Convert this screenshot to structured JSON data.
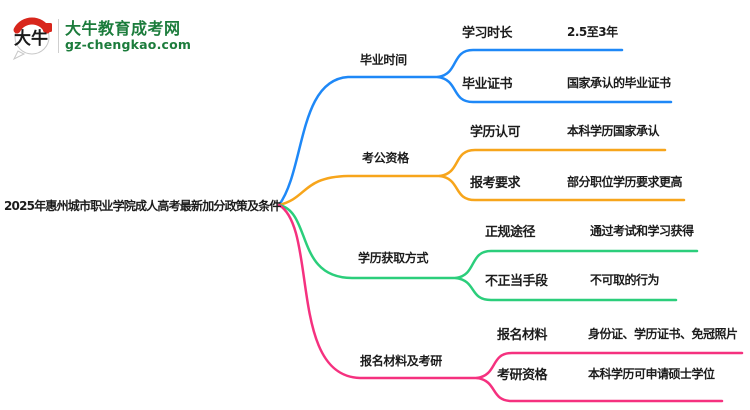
{
  "logo": {
    "icon_text": "大牛",
    "site_name": "大牛教育成考网",
    "site_domain": "gz-chengkao.com",
    "brand_green": "#1C7C3C",
    "seal_red": "#D8261C"
  },
  "root": {
    "label": "2025年惠州城市职业学院成人高考最新加分政策及条件"
  },
  "branches": [
    {
      "label": "毕业时间",
      "color": "#1E88F7",
      "children": [
        {
          "label": "学习时长",
          "value": "2.5至3年"
        },
        {
          "label": "毕业证书",
          "value": "国家承认的毕业证书"
        }
      ]
    },
    {
      "label": "考公资格",
      "color": "#F7A51B",
      "children": [
        {
          "label": "学历认可",
          "value": "本科学历国家承认"
        },
        {
          "label": "报考要求",
          "value": "部分职位学历要求更高"
        }
      ]
    },
    {
      "label": "学历获取方式",
      "color": "#2BCE7B",
      "children": [
        {
          "label": "正规途径",
          "value": "通过考试和学习获得"
        },
        {
          "label": "不正当手段",
          "value": "不可取的行为"
        }
      ]
    },
    {
      "label": "报名材料及考研",
      "color": "#F5317F",
      "children": [
        {
          "label": "报名材料",
          "value": "身份证、学历证书、免冠照片"
        },
        {
          "label": "考研资格",
          "value": "本科学历可申请硕士学位"
        }
      ]
    }
  ]
}
